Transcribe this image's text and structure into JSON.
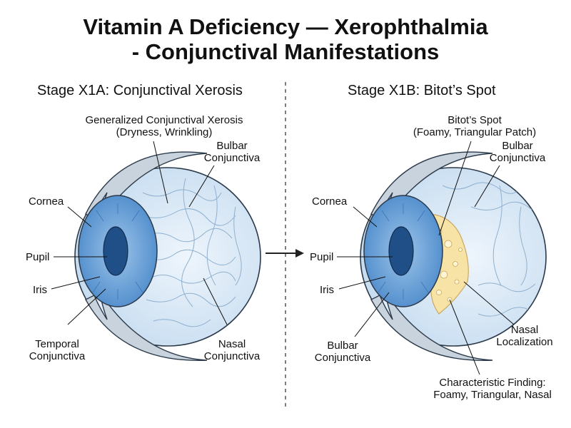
{
  "title": {
    "line1": "Vitamin A Deficiency — Xerophthalmia",
    "line2": "- Conjunctival Manifestations"
  },
  "left_panel": {
    "heading": "Stage X1A: Conjunctival Xerosis",
    "labels": {
      "xerosis_1": "Generalized Conjunctival Xerosis",
      "xerosis_2": "(Dryness, Wrinkling)",
      "bulbar_1": "Bulbar",
      "bulbar_2": "Conjunctiva",
      "cornea": "Cornea",
      "pupil": "Pupil",
      "iris": "Iris",
      "temporal_1": "Temporal",
      "temporal_2": "Conjunctiva",
      "nasal_1": "Nasal",
      "nasal_2": "Conjunctiva"
    }
  },
  "right_panel": {
    "heading": "Stage X1B: Bitot’s Spot",
    "labels": {
      "bitot_1": "Bitot’s Spot",
      "bitot_2": "(Foamy, Triangular Patch)",
      "bulbar_1": "Bulbar",
      "bulbar_2": "Conjunctiva",
      "cornea": "Cornea",
      "pupil": "Pupil",
      "iris": "Iris",
      "bulbar_low_1": "Bulbar",
      "bulbar_low_2": "Conjunctiva",
      "nasal_1": "Nasal",
      "nasal_2": "Localization",
      "finding_1": "Characteristic Finding:",
      "finding_2": "Foamy, Triangular, Nasal"
    }
  },
  "colors": {
    "sclera": "#dbe9f6",
    "iris": "#6fa6d8",
    "pupil": "#1f4f86",
    "bitot": "#f7e3a6",
    "outline": "#2b3a4a"
  }
}
